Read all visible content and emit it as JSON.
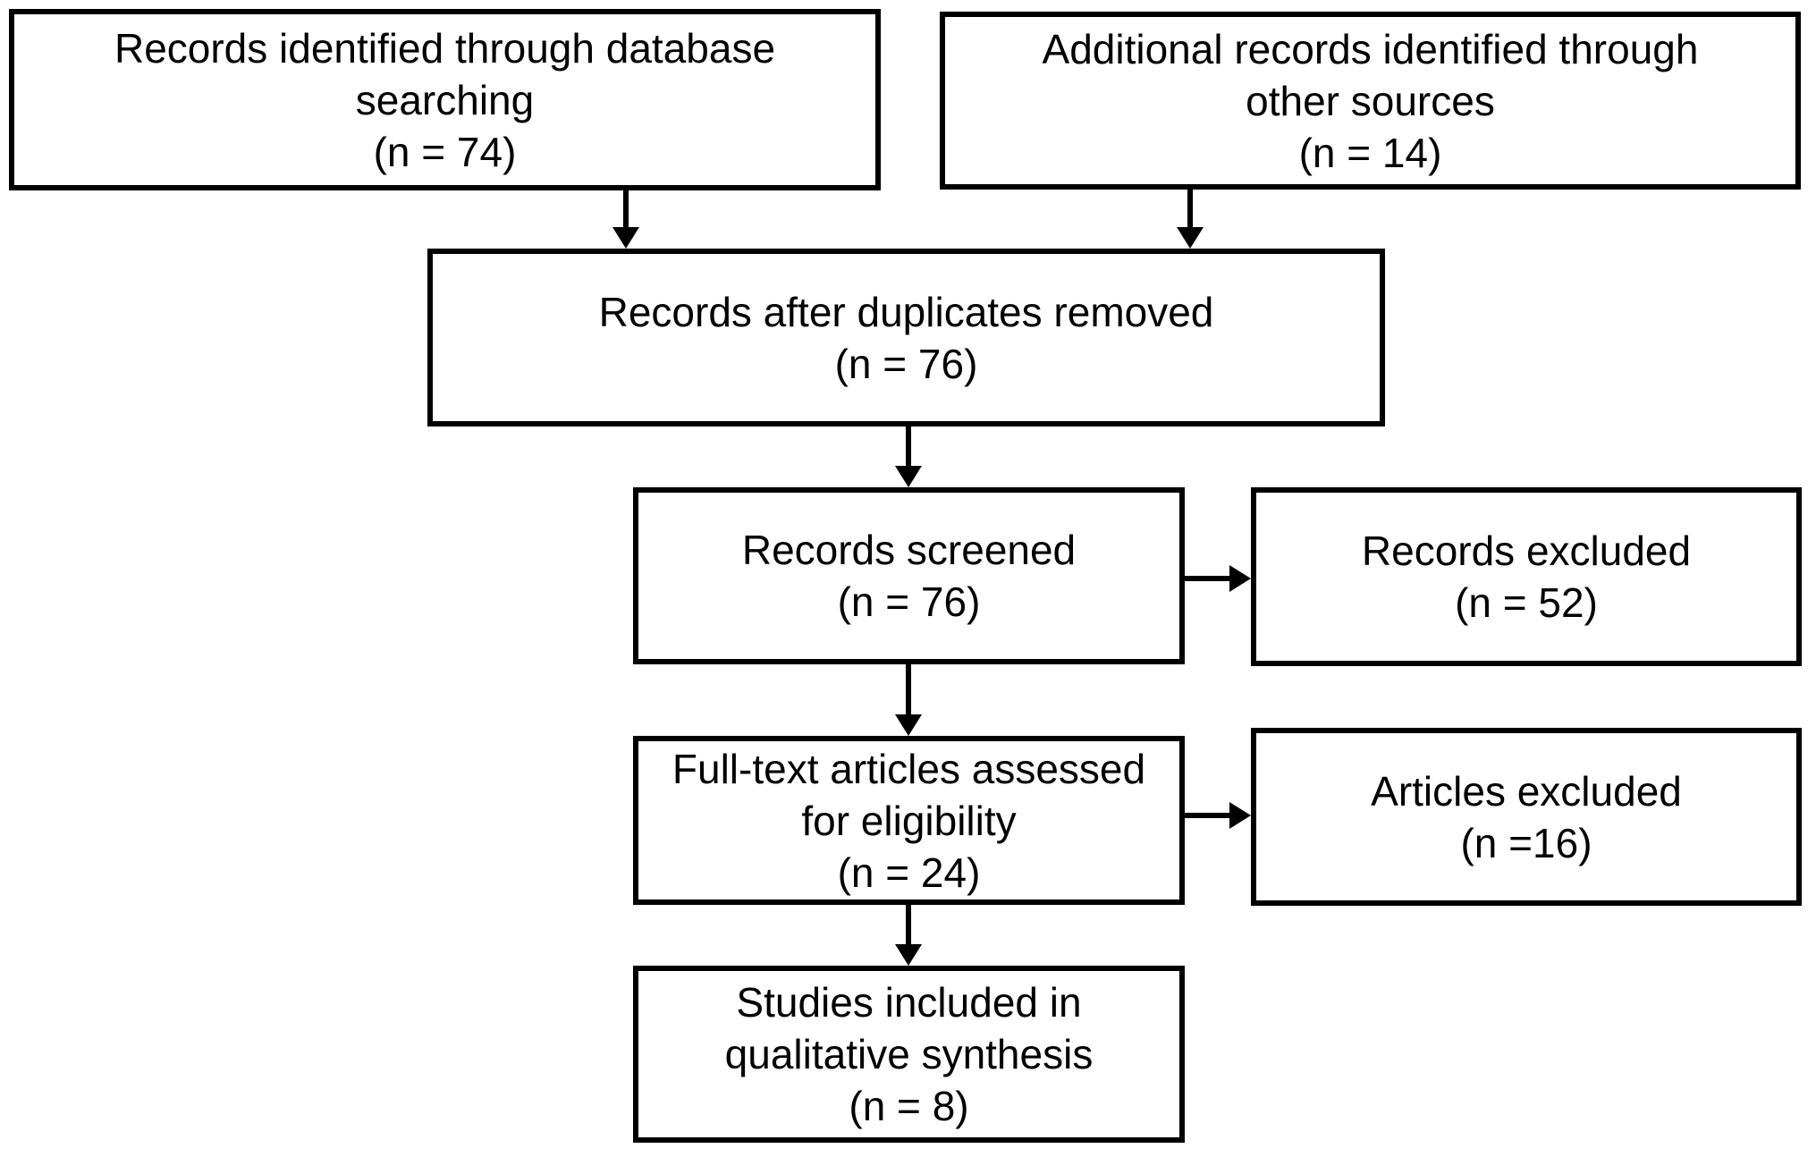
{
  "diagram": {
    "type": "flowchart",
    "colors": {
      "border": "#000000",
      "background": "#ffffff",
      "text": "#000000"
    },
    "nodes": [
      {
        "id": "records-identified",
        "label": "Records identified through database searching",
        "n": 74,
        "lines": [
          "Records identified through database",
          "searching",
          "(n = 74)"
        ]
      },
      {
        "id": "additional-records",
        "label": "Additional records identified through other sources",
        "n": 14,
        "lines": [
          "Additional records identified through",
          "other sources",
          "(n = 14)"
        ]
      },
      {
        "id": "records-after-duplicates",
        "label": "Records after duplicates removed",
        "n": 76,
        "lines": [
          "Records after duplicates removed",
          "(n = 76)"
        ]
      },
      {
        "id": "records-screened",
        "label": "Records screened",
        "n": 76,
        "lines": [
          "Records screened",
          "(n = 76)"
        ]
      },
      {
        "id": "records-excluded",
        "label": "Records excluded",
        "n": 52,
        "lines": [
          "Records excluded",
          "(n = 52)"
        ]
      },
      {
        "id": "full-text-assessed",
        "label": "Full-text articles assessed for eligibility",
        "n": 24,
        "lines": [
          "Full-text articles assessed",
          "for eligibility",
          "(n = 24)"
        ]
      },
      {
        "id": "articles-excluded",
        "label": "Articles excluded",
        "n": 16,
        "lines": [
          "Articles excluded",
          "(n =16)"
        ]
      },
      {
        "id": "studies-included",
        "label": "Studies included in qualitative synthesis",
        "n": 8,
        "lines": [
          "Studies included in",
          "qualitative synthesis",
          "(n = 8)"
        ]
      }
    ],
    "edges": [
      {
        "from": "records-identified",
        "to": "records-after-duplicates",
        "direction": "down"
      },
      {
        "from": "additional-records",
        "to": "records-after-duplicates",
        "direction": "down"
      },
      {
        "from": "records-after-duplicates",
        "to": "records-screened",
        "direction": "down"
      },
      {
        "from": "records-screened",
        "to": "records-excluded",
        "direction": "right"
      },
      {
        "from": "records-screened",
        "to": "full-text-assessed",
        "direction": "down"
      },
      {
        "from": "full-text-assessed",
        "to": "articles-excluded",
        "direction": "right"
      },
      {
        "from": "full-text-assessed",
        "to": "studies-included",
        "direction": "down"
      }
    ]
  }
}
